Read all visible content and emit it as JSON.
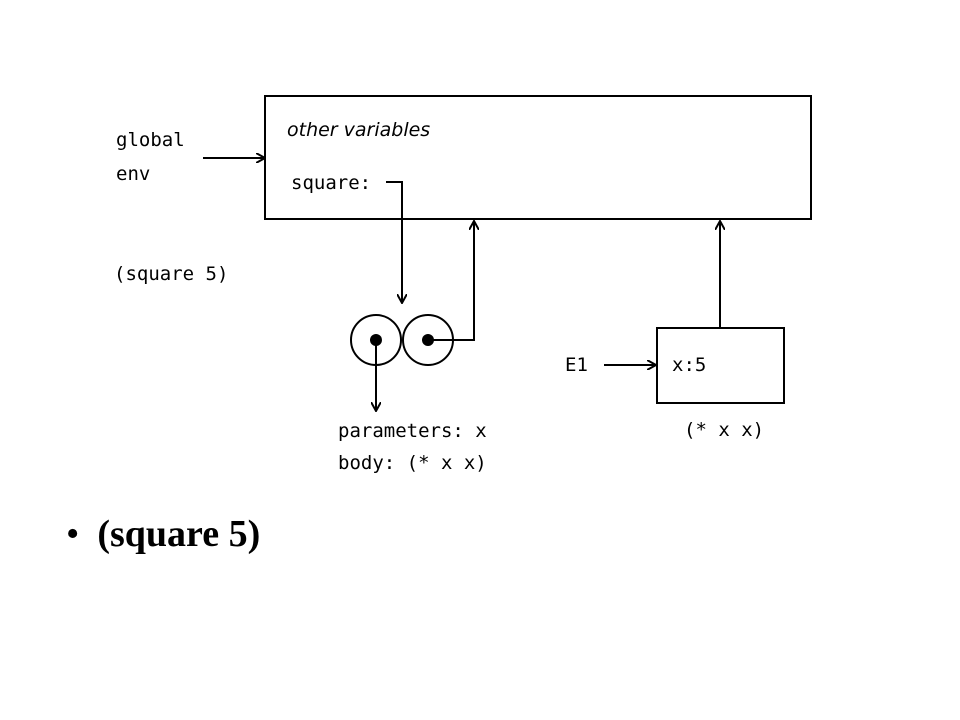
{
  "diagram": {
    "global_label_line1": "global",
    "global_label_line2": "env",
    "call_expr": "(square 5)",
    "global_frame": {
      "heading": "other variables",
      "binding": "square:"
    },
    "procedure": {
      "params": "parameters: x",
      "body": "body: (* x x)"
    },
    "frame_e1": {
      "label": "E1",
      "binding": "x:5",
      "eval_expr": "(* x x)"
    }
  },
  "slide": {
    "bullet": "•",
    "text": "(square 5)"
  }
}
